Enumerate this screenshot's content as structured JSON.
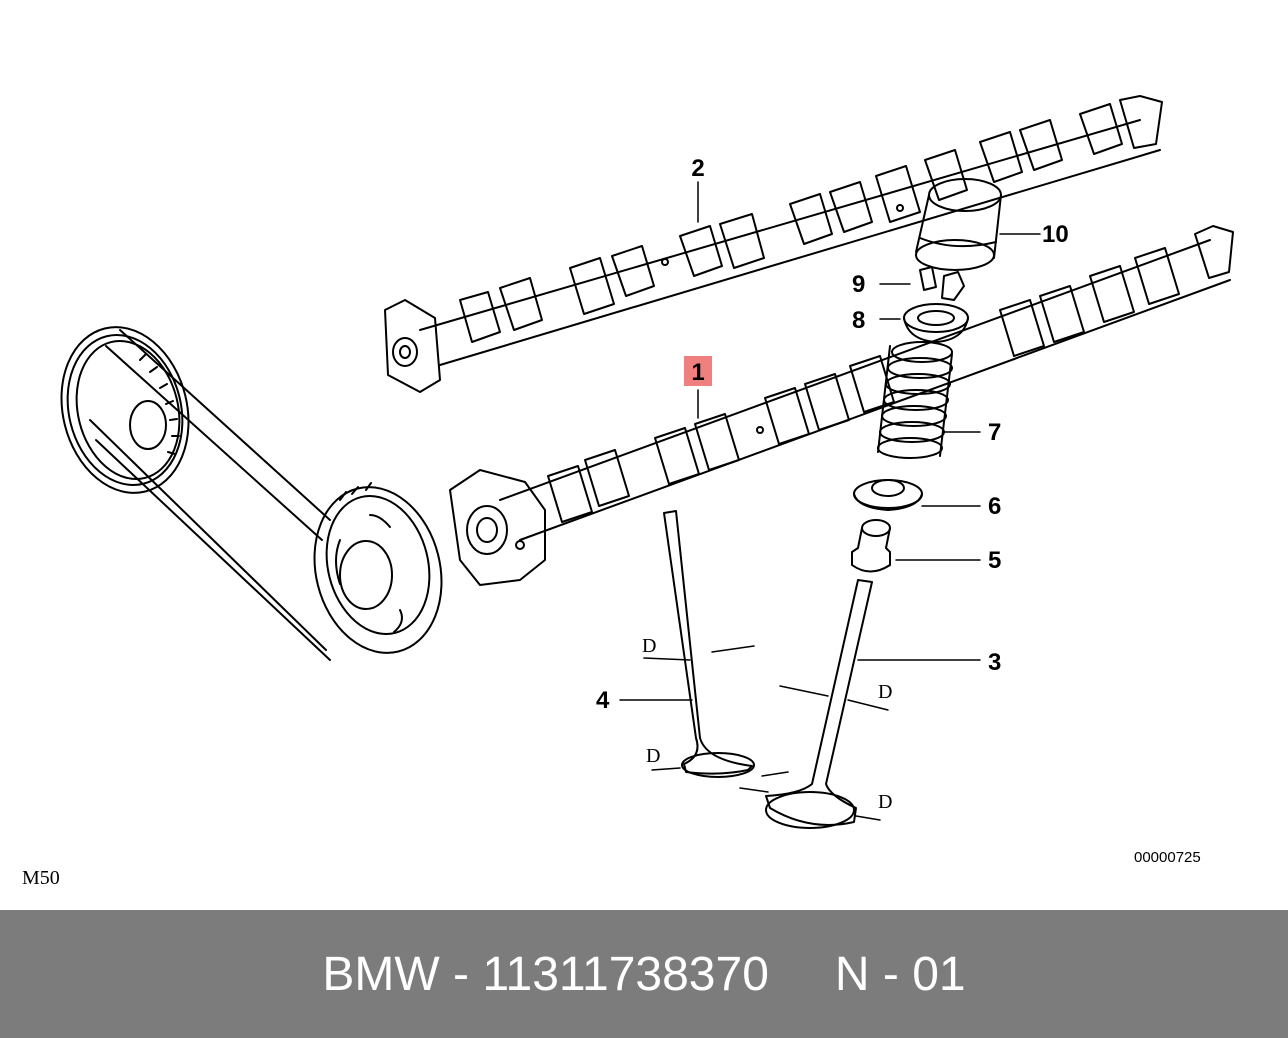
{
  "diagram": {
    "callouts": {
      "c1": "1",
      "c2": "2",
      "c3": "3",
      "c4": "4",
      "c5": "5",
      "c6": "6",
      "c7": "7",
      "c8": "8",
      "c9": "9",
      "c10": "10"
    },
    "highlight_color": "#f08080",
    "dimension_label": "D",
    "engine_code": "M50",
    "drawing_number": "00000725"
  },
  "footer": {
    "brand": "BMW",
    "separator": "-",
    "part_number": "11311738370",
    "position_prefix": "N",
    "position_number": "01",
    "background": "#7c7c7c"
  }
}
